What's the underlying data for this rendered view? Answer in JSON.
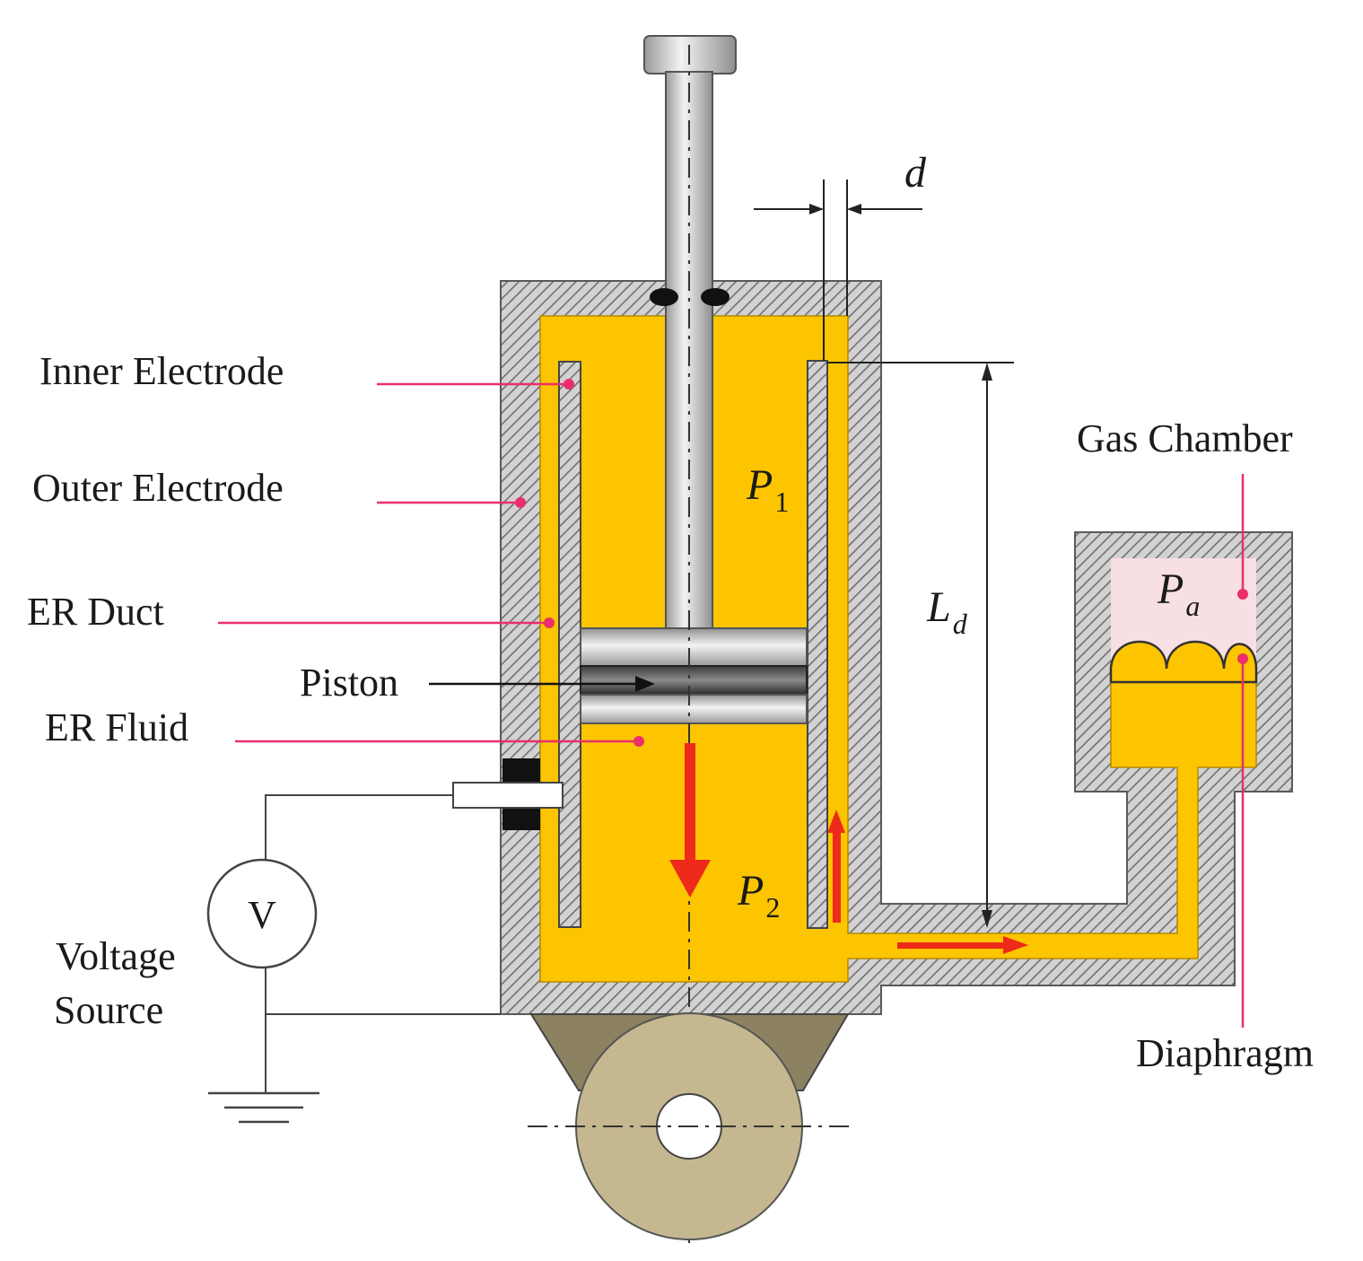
{
  "labels": {
    "inner_electrode": "Inner Electrode",
    "outer_electrode": "Outer Electrode",
    "er_duct": "ER Duct",
    "piston": "Piston",
    "er_fluid": "ER Fluid",
    "voltage_source_line1": "Voltage",
    "voltage_source_line2": "Source",
    "voltmeter": "V",
    "gas_chamber": "Gas Chamber",
    "diaphragm": "Diaphragm"
  },
  "symbols": {
    "gap": "d",
    "duct_length": "L",
    "duct_length_sub": "d",
    "p1": "P",
    "p1_sub": "1",
    "p2": "P",
    "p2_sub": "2",
    "pa": "P",
    "pa_sub": "a"
  },
  "colors": {
    "er_fluid": "#fcc500",
    "housing": "#c9c9c9",
    "hatch": "#777777",
    "gas": "#f8dfe3",
    "pointer": "#ea2f6b",
    "flow_arrow": "#ee2a1a",
    "mount": "#c5b78f",
    "piston": "#c0c0c0"
  }
}
